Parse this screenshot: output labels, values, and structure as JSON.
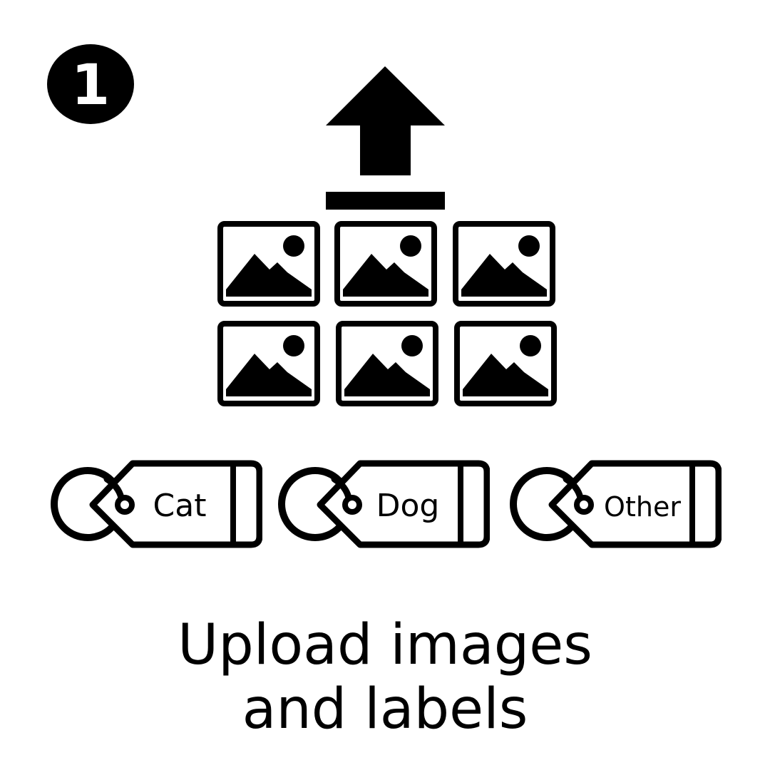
{
  "step": {
    "number": "1"
  },
  "icons": {
    "upload": "upload-arrow-icon",
    "image": "image-icon",
    "tag": "tag-icon"
  },
  "images": {
    "count": 6
  },
  "tags": [
    {
      "label": "Cat"
    },
    {
      "label": "Dog"
    },
    {
      "label": "Other"
    }
  ],
  "caption": {
    "line1": "Upload images",
    "line2": "and labels"
  },
  "colors": {
    "foreground": "#000000",
    "background": "#ffffff"
  }
}
